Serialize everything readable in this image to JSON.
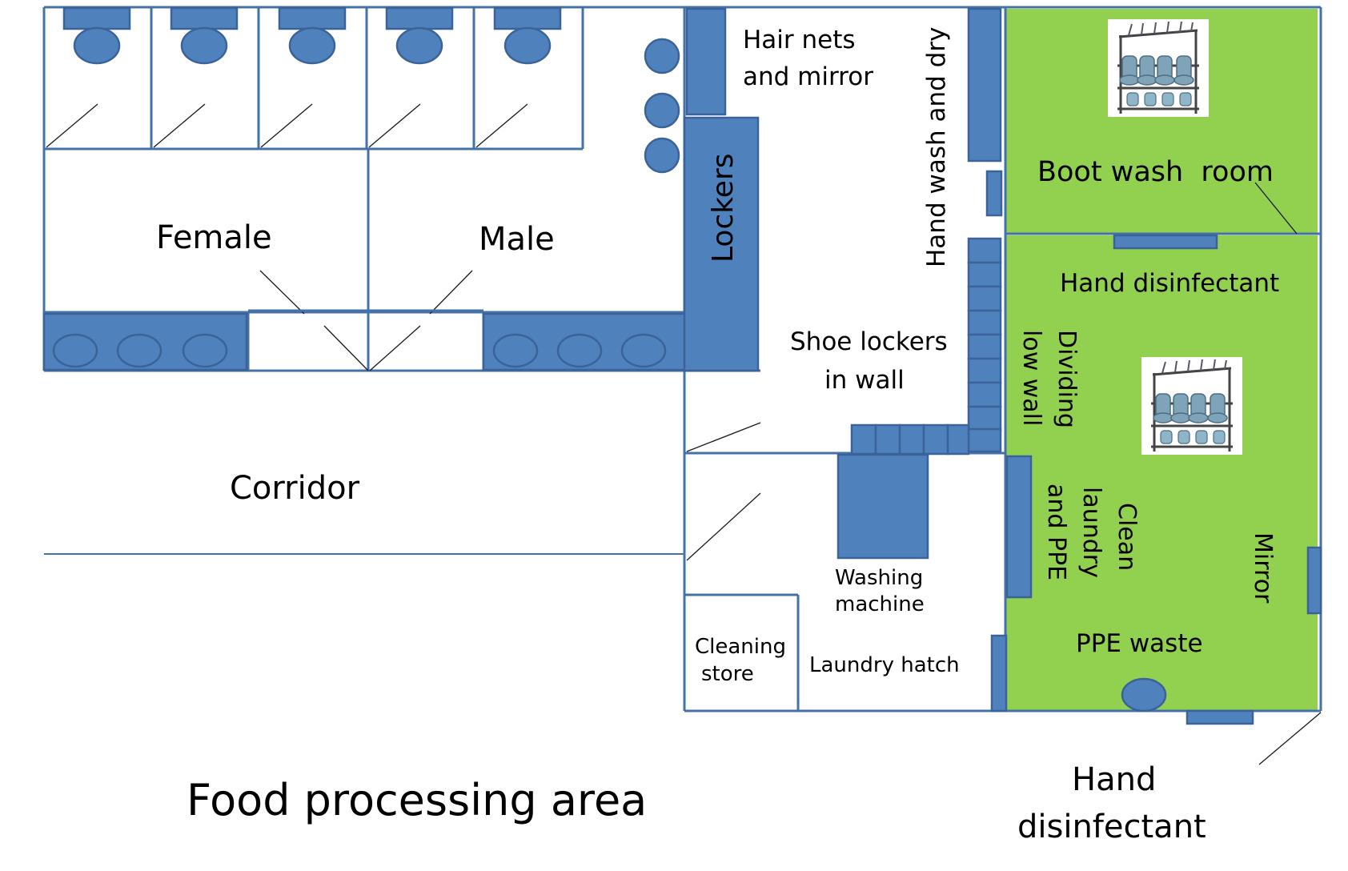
{
  "labels": {
    "female": "Female",
    "male": "Male",
    "lockers": "Lockers",
    "hair_nets": [
      "Hair nets",
      "and mirror"
    ],
    "hand_wash": "Hand wash and dry",
    "boot_wash": "Boot wash  room",
    "hand_disinfectant_top": "Hand disinfectant",
    "shoe_lockers": [
      "Shoe lockers",
      "in wall"
    ],
    "dividing_wall": [
      "Dividing",
      "low wall"
    ],
    "corridor": "Corridor",
    "washing_machine": [
      "Washing",
      "machine"
    ],
    "clean_laundry": [
      "Clean",
      "laundry",
      "and PPE"
    ],
    "mirror": "Mirror",
    "cleaning_store": [
      "Cleaning",
      "store"
    ],
    "laundry_hatch": "Laundry hatch",
    "ppe_waste": "PPE waste",
    "food_processing": "Food processing area",
    "hand_disinfectant_bottom": [
      "Hand",
      "disinfectant"
    ]
  },
  "colors": {
    "wall": "#4472A8",
    "fixture": "#4F81BD",
    "clean_zone": "#92D050",
    "background": "#FFFFFF"
  },
  "icons": {
    "boot_rack_top": "boot-rack-icon",
    "boot_rack_middle": "boot-rack-icon"
  }
}
